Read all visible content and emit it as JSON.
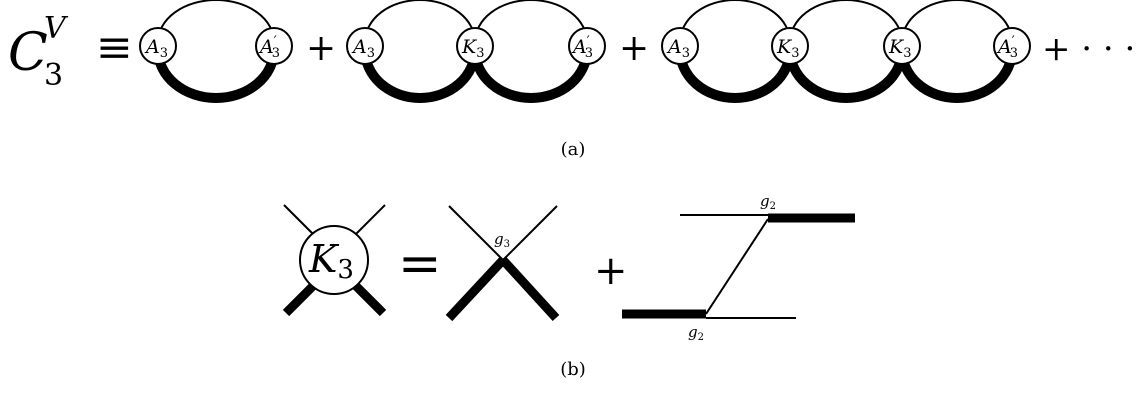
{
  "panel_a": {
    "lhs": {
      "base": "C",
      "sub": "3",
      "sup": "V"
    },
    "equiv": "≡",
    "plus": "+",
    "ellipsis": "+ · · ·",
    "vertex_A": {
      "base": "A",
      "sub": "3"
    },
    "vertex_Aprime": {
      "base": "A",
      "sub": "3",
      "prime": "′"
    },
    "vertex_K": {
      "base": "K",
      "sub": "3"
    },
    "caption": "(a)"
  },
  "panel_b": {
    "vertex_K": {
      "base": "K",
      "sub": "3"
    },
    "equals": "=",
    "plus": "+",
    "coupling_g3": {
      "base": "g",
      "sub": "3"
    },
    "coupling_g2": {
      "base": "g",
      "sub": "2"
    },
    "caption": "(b)"
  },
  "colors": {
    "ink": "#000000",
    "background": "#ffffff"
  }
}
